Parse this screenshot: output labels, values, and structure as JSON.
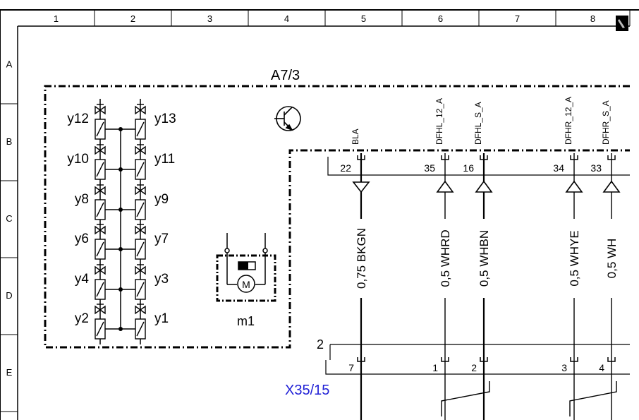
{
  "frame": {
    "columns": [
      "1",
      "2",
      "3",
      "4",
      "5",
      "6",
      "7",
      "8"
    ],
    "rows": [
      "A",
      "B",
      "C",
      "D",
      "E"
    ]
  },
  "module_title": "A7/3",
  "valves": [
    {
      "left": "y12",
      "right": "y13"
    },
    {
      "left": "y10",
      "right": "y11"
    },
    {
      "left": "y8",
      "right": "y9"
    },
    {
      "left": "y6",
      "right": "y7"
    },
    {
      "left": "y4",
      "right": "y3"
    },
    {
      "left": "y2",
      "right": "y1"
    }
  ],
  "motor": {
    "label": "m1",
    "symbol": "M"
  },
  "signals": [
    {
      "pin_top": "22",
      "name": "BLA",
      "wire": "0,75 BKGN",
      "pin_bottom": "7",
      "arrow": "down"
    },
    {
      "pin_top": "35",
      "name": "DFHL_12_A",
      "wire": "0,5 WHRD",
      "pin_bottom": "1",
      "arrow": "up"
    },
    {
      "pin_top": "16",
      "name": "DFHL_S_A",
      "wire": "0,5 WHBN",
      "pin_bottom": "2",
      "arrow": "up"
    },
    {
      "pin_top": "34",
      "name": "DFHR_12_A",
      "wire": "0,5 WHYE",
      "pin_bottom": "3",
      "arrow": "up"
    },
    {
      "pin_top": "33",
      "name": "DFHR_S_A",
      "wire": "0,5 WH",
      "pin_bottom": "4",
      "arrow": "up"
    }
  ],
  "connector": {
    "label": "X35/15",
    "number": "2"
  },
  "colors": {
    "link": "#1f1fd6",
    "ink": "#000000"
  },
  "icons": {
    "corner": "page-corner-icon",
    "transistor": "transistor-icon",
    "motor": "motor-icon"
  }
}
